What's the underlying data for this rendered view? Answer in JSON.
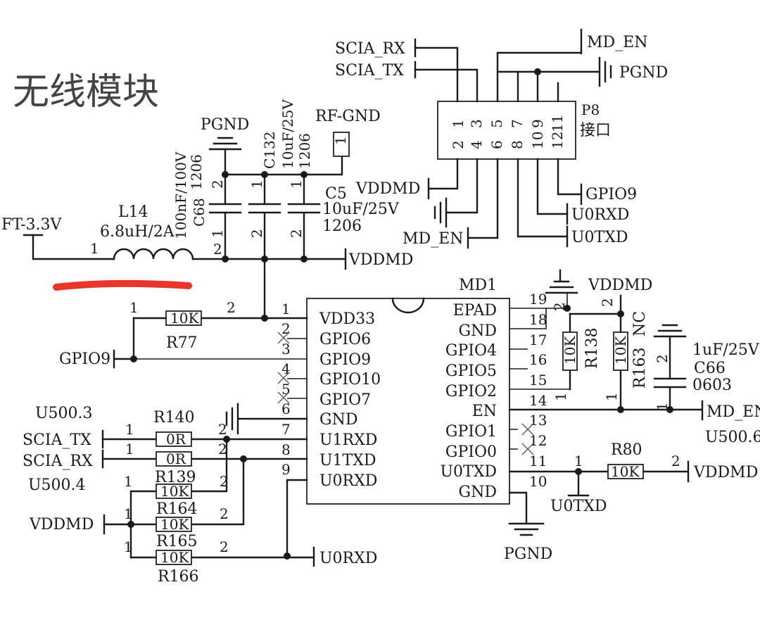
{
  "title": "无线模块",
  "colors": {
    "ink": "#1a1a1a",
    "highlight": "#e8372a",
    "background": "#ffffff"
  },
  "nets": {
    "ft33": "FT-3.3V",
    "pgnd": "PGND",
    "rfgnd": "RF-GND",
    "vddmd": "VDDMD",
    "gpio9": "GPIO9",
    "scia_tx": "SCIA_TX",
    "scia_rx": "SCIA_RX",
    "u0rxd": "U0RXD",
    "u0txd": "U0TXD",
    "md_en": "MD_EN",
    "md_en_trunc": "MD_EN",
    "u500_3": "U500.3",
    "u500_4": "U500.4",
    "u500_6": "U500.6"
  },
  "components": {
    "l14": {
      "ref": "L14",
      "value": "6.8uH/2A"
    },
    "c68": {
      "ref": "C68",
      "value": "100nF/100V",
      "pkg": "1206"
    },
    "c132": {
      "ref": "C132",
      "value": "10uF/25V",
      "pkg": "1206"
    },
    "c5": {
      "ref": "C5",
      "value": "10uF/25V",
      "pkg": "1206"
    },
    "r77": {
      "ref": "R77",
      "value": "10K"
    },
    "r140": {
      "ref": "R140",
      "value": "0R"
    },
    "r139": {
      "ref": "R139",
      "value": "0R"
    },
    "r164": {
      "ref": "R164",
      "value": "10K"
    },
    "r165": {
      "ref": "R165",
      "value": "10K"
    },
    "r166": {
      "ref": "R166",
      "value": "10K"
    },
    "r138": {
      "ref": "R138",
      "value": "10K"
    },
    "r163": {
      "ref": "R163",
      "value": "10K",
      "note": "NC"
    },
    "c66": {
      "ref": "C66",
      "value": "1uF/25V",
      "pkg": "0603"
    },
    "r80": {
      "ref": "R80",
      "value": "10K"
    }
  },
  "p8": {
    "ref": "P8",
    "name": "接口",
    "top_pins": [
      "1",
      "3",
      "5",
      "7",
      "9",
      "11"
    ],
    "bottom_pins": [
      "2",
      "4",
      "6",
      "8",
      "10",
      "12"
    ]
  },
  "md1": {
    "ref": "MD1",
    "left_pins": [
      {
        "num": "1",
        "name": "VDD33"
      },
      {
        "num": "2",
        "name": "GPIO6"
      },
      {
        "num": "3",
        "name": "GPIO9"
      },
      {
        "num": "4",
        "name": "GPIO10"
      },
      {
        "num": "5",
        "name": "GPIO7"
      },
      {
        "num": "6",
        "name": "GND"
      },
      {
        "num": "7",
        "name": "U1RXD"
      },
      {
        "num": "8",
        "name": "U1TXD"
      },
      {
        "num": "9",
        "name": "U0RXD"
      }
    ],
    "right_pins": [
      {
        "num": "19",
        "name": "EPAD"
      },
      {
        "num": "18",
        "name": "GND"
      },
      {
        "num": "17",
        "name": "GPIO4"
      },
      {
        "num": "16",
        "name": "GPIO5"
      },
      {
        "num": "15",
        "name": "GPIO2"
      },
      {
        "num": "14",
        "name": "EN"
      },
      {
        "num": "13",
        "name": "GPIO1"
      },
      {
        "num": "12",
        "name": "GPIO0"
      },
      {
        "num": "11",
        "name": "U0TXD"
      },
      {
        "num": "10",
        "name": "GND"
      }
    ]
  },
  "pin_numbers": {
    "one": "1",
    "two": "2"
  }
}
